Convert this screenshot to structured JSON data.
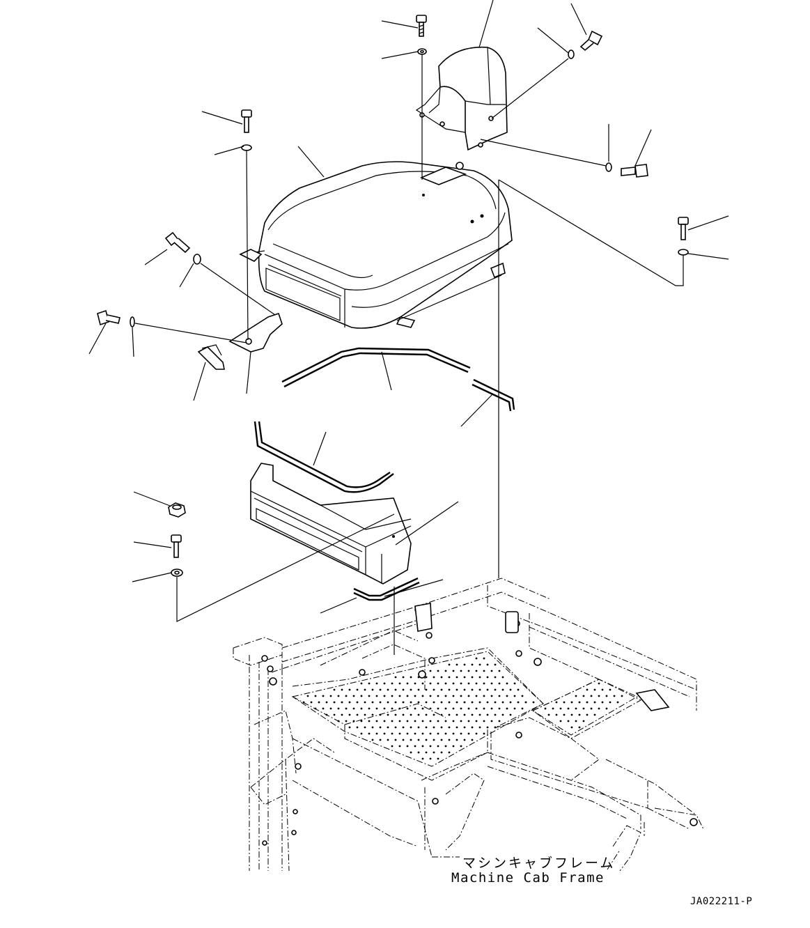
{
  "diagram": {
    "frame_label_jp": "マシンキャブフレーム",
    "frame_label_en": "Machine Cab Frame",
    "drawing_code": "JA022211-P"
  }
}
